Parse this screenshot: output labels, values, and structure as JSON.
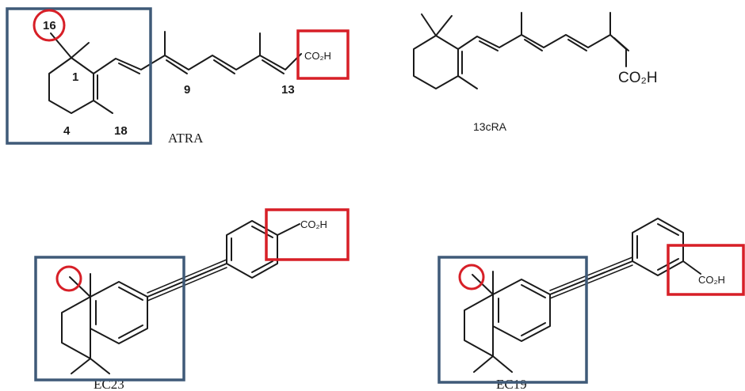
{
  "molecules": {
    "atra": {
      "name": "ATRA",
      "acid_label": "CO₂H",
      "atom_numbers": {
        "c16": "16",
        "c1": "1",
        "c4": "4",
        "c18": "18",
        "c9": "9",
        "c13": "13"
      }
    },
    "cis13": {
      "name": "13cRA",
      "acid_label": "CO₂H"
    },
    "ec23": {
      "name": "EC23",
      "acid_label": "CO₂H"
    },
    "ec19": {
      "name": "EC19",
      "acid_label": "CO₂H"
    }
  },
  "colors": {
    "ring_box": "#3f5a78",
    "highlight": "#d71f27",
    "bond": "#1a1a1a"
  }
}
